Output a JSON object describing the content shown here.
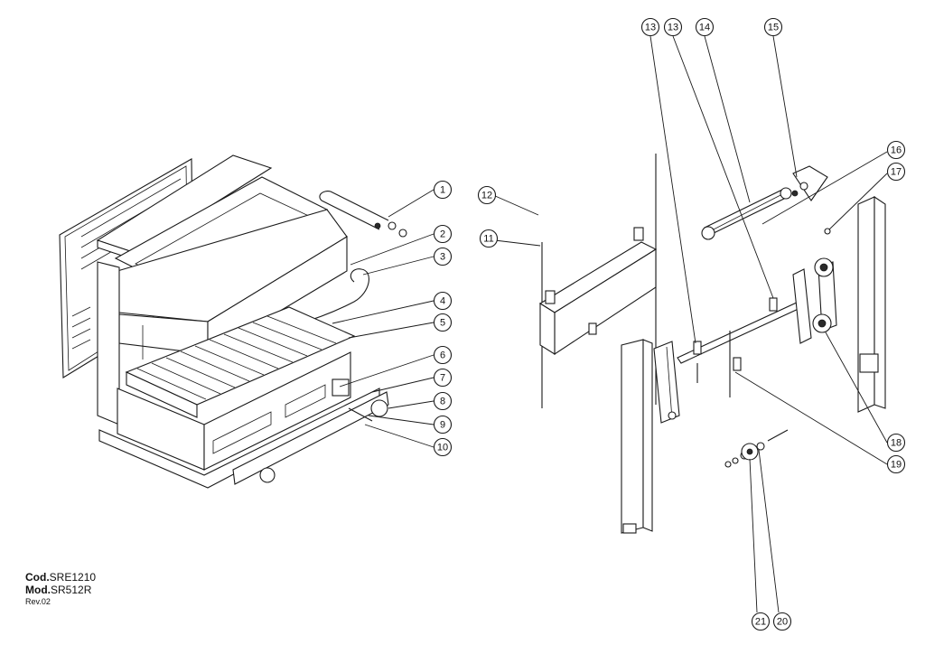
{
  "callouts": [
    {
      "label": "1"
    },
    {
      "label": "2"
    },
    {
      "label": "3"
    },
    {
      "label": "4"
    },
    {
      "label": "5"
    },
    {
      "label": "6"
    },
    {
      "label": "7"
    },
    {
      "label": "8"
    },
    {
      "label": "9"
    },
    {
      "label": "10"
    },
    {
      "label": "11"
    },
    {
      "label": "12"
    },
    {
      "label": "13"
    },
    {
      "label": "13"
    },
    {
      "label": "14"
    },
    {
      "label": "15"
    },
    {
      "label": "16"
    },
    {
      "label": "17"
    },
    {
      "label": "18"
    },
    {
      "label": "19"
    },
    {
      "label": "20"
    },
    {
      "label": "21"
    }
  ],
  "title_block": {
    "cod_key": "Cod.",
    "cod_value": "SRE1210",
    "mod_key": "Mod.",
    "mod_value": "SR512R",
    "rev": "Rev.02"
  }
}
